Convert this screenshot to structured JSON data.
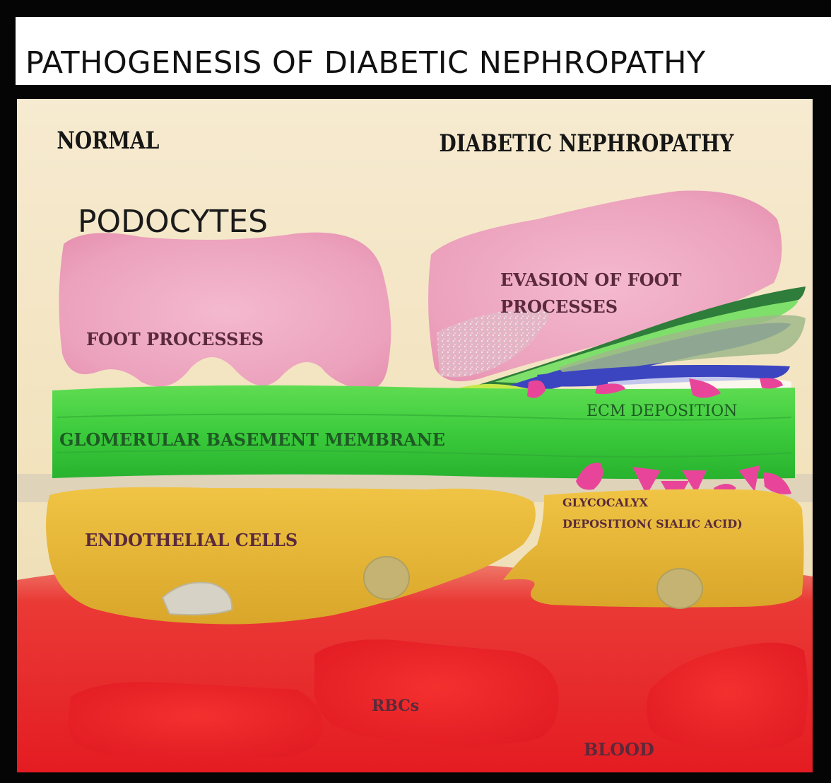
{
  "title": "PATHOGENESIS OF DIABETIC NEPHROPATHY",
  "headings": {
    "normal": "NORMAL",
    "diabetic": "DIABETIC NEPHROPATHY"
  },
  "labels": {
    "podocytes": "PODOCYTES",
    "foot_processes": "FOOT PROCESSES",
    "evasion_line1": "EVASION OF FOOT",
    "evasion_line2": "PROCESSES",
    "ecm_deposition": "ECM DEPOSITION",
    "gbm": "GLOMERULAR BASEMENT MEMBRANE",
    "endothelial": "ENDOTHELIAL CELLS",
    "glycocalyx_line1": "GLYCOCALYX",
    "glycocalyx_line2": "DEPOSITION( SIALIC ACID)",
    "rbcs": "RBCs",
    "blood": "BLOOD"
  },
  "colors": {
    "background": "#f3e6c2",
    "podocyte": "#eba6c0",
    "gbm": "#3ccb3c",
    "endothelial": "#e6b332",
    "blood": "#e8242a",
    "rbc": "#f0282c",
    "glycocalyx": "#e8459a"
  }
}
